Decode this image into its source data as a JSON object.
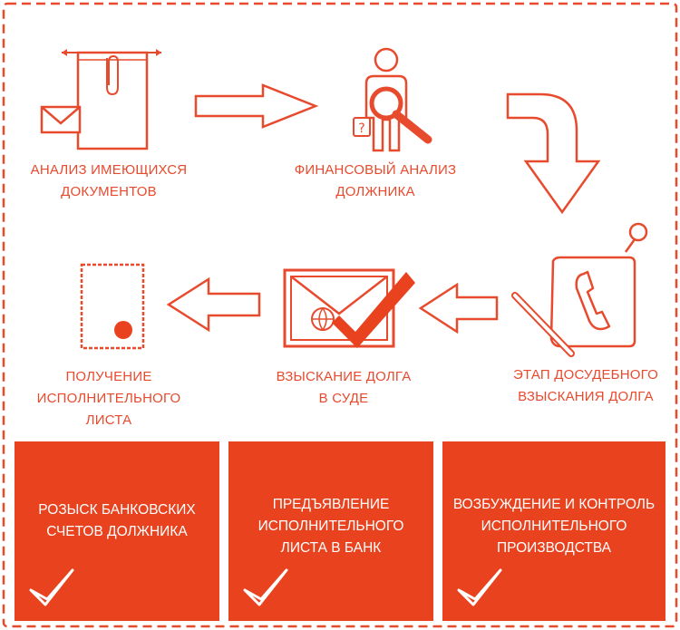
{
  "colors": {
    "accent": "#e84a2e",
    "box": "#e8421f",
    "text_on_box": "#ffffff"
  },
  "steps": [
    {
      "icon": "document-clip-envelope-icon",
      "lines": [
        "АНАЛИЗ ИМЕЮЩИХСЯ",
        "ДОКУМЕНТОВ"
      ]
    },
    {
      "icon": "person-magnifier-icon",
      "lines": [
        "ФИНАНСОВЫЙ АНАЛИЗ",
        "ДОЛЖНИКА"
      ]
    },
    {
      "icon": "pinned-phone-note-icon",
      "lines": [
        "ЭТАП ДОСУДЕБНОГО",
        "ВЗЫСКАНИЯ ДОЛГА"
      ]
    },
    {
      "icon": "envelope-checkmark-icon",
      "lines": [
        "ВЗЫСКАНИЕ ДОЛГА",
        "В СУДЕ"
      ]
    },
    {
      "icon": "stamp-document-icon",
      "lines": [
        "ПОЛУЧЕНИЕ",
        "ИСПОЛНИТЕЛЬНОГО",
        "ЛИСТА"
      ]
    }
  ],
  "boxes": [
    {
      "lines": [
        "РОЗЫСК БАНКОВСКИХ",
        "СЧЕТОВ ДОЛЖНИКА"
      ],
      "icon": "checkmark-icon"
    },
    {
      "lines": [
        "ПРЕДЪЯВЛЕНИЕ",
        "ИСПОЛНИТЕЛЬНОГО",
        "ЛИСТА В БАНК"
      ],
      "icon": "checkmark-icon"
    },
    {
      "lines": [
        "ВОЗБУЖДЕНИЕ И КОНТРОЛЬ",
        "ИСПОЛНИТЕЛЬНОГО",
        "ПРОИЗВОДСТВА"
      ],
      "icon": "checkmark-icon"
    }
  ]
}
